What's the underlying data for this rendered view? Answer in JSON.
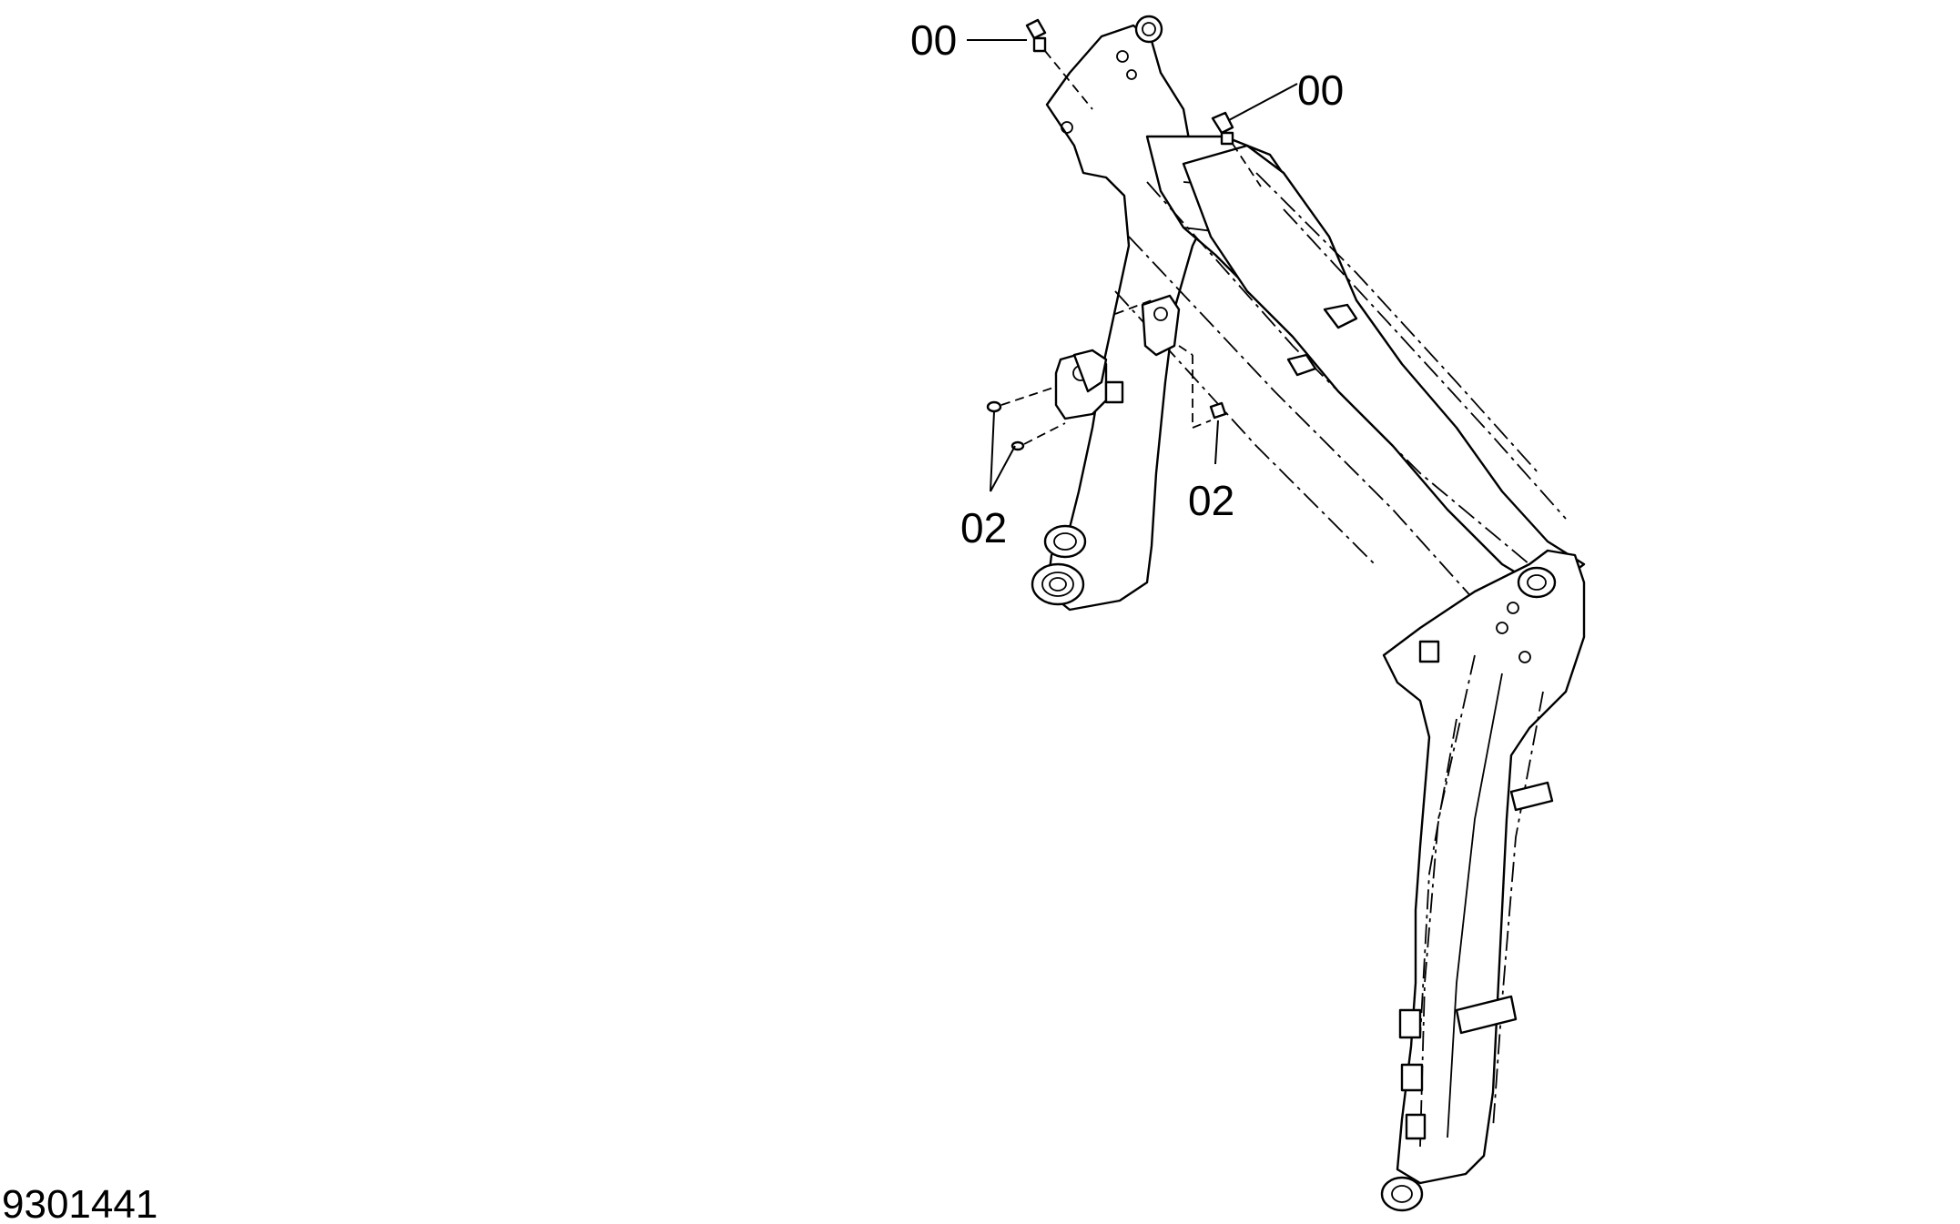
{
  "callouts": [
    {
      "id": "grease-nipple-upper-left",
      "label": "00"
    },
    {
      "id": "grease-nipple-upper-right",
      "label": "00"
    },
    {
      "id": "plug-left",
      "label": "02"
    },
    {
      "id": "plug-right",
      "label": "02"
    }
  ],
  "drawing_number": "9301441"
}
